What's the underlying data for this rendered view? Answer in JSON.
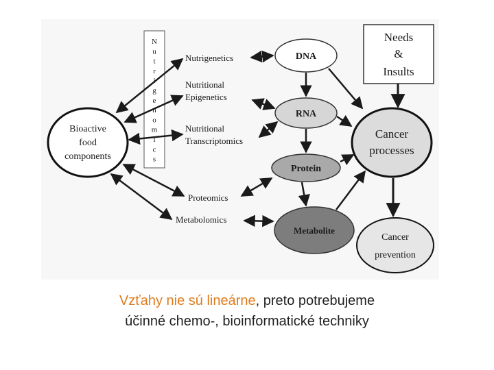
{
  "colors": {
    "accent": "#e07b1c",
    "text": "#222222",
    "dna_fill": "#ffffff",
    "rna_fill": "#d6d6d6",
    "protein_fill": "#a9a9a9",
    "metabolite_fill": "#7d7d7d",
    "cancer_processes_fill": "#dcdcdc",
    "cancer_prevention_fill": "#e6e6e6",
    "bioactive_fill": "#ffffff"
  },
  "diagram": {
    "vertical_box_letters": [
      "N",
      "u",
      "t",
      "r",
      "i",
      "g",
      "e",
      "n",
      "o",
      "m",
      "i",
      "c",
      "s"
    ],
    "terms": {
      "nutrigenetics": "Nutrigenetics",
      "nutritional_epigenetics_line1": "Nutritional",
      "nutritional_epigenetics_line2": "Epigenetics",
      "nutritional_transcriptomics_line1": "Nutritional",
      "nutritional_transcriptomics_line2": "Transcriptomics",
      "proteomics": "Proteomics",
      "metabolomics": "Metabolomics"
    },
    "nodes": {
      "bioactive_line1": "Bioactive",
      "bioactive_line2": "food",
      "bioactive_line3": "components",
      "dna": "DNA",
      "rna": "RNA",
      "protein": "Protein",
      "metabolite": "Metabolite",
      "cancer_processes_line1": "Cancer",
      "cancer_processes_line2": "processes",
      "cancer_prevention_line1": "Cancer",
      "cancer_prevention_line2": "prevention",
      "needs_line1": "Needs",
      "needs_line2": "&",
      "needs_line3": "Insults"
    }
  },
  "caption": {
    "highlight": "Vzťahy nie sú lineárne",
    "rest_line1": ", preto potrebujeme",
    "line2": "účinné chemo-, bioinformatické techniky"
  }
}
